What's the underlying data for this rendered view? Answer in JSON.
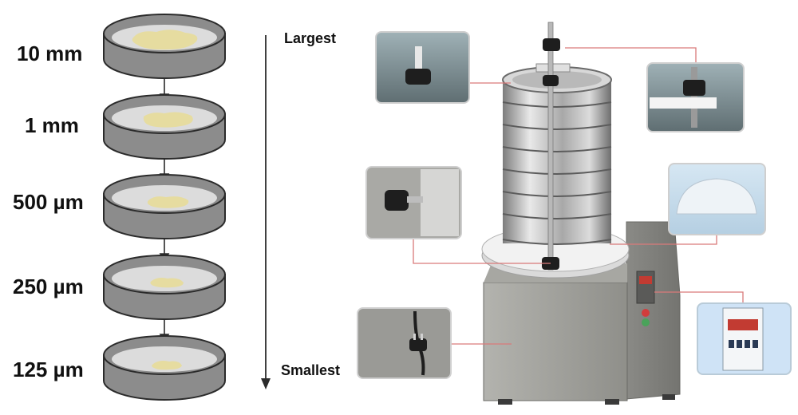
{
  "sieve_stack": {
    "sizes": [
      "10 mm",
      "1 mm",
      "500 µm",
      "250 µm",
      "125 µm"
    ]
  },
  "order_axis": {
    "top_label": "Largest",
    "bottom_label": "Smallest"
  },
  "shaker_panel": {
    "brand_text": "",
    "display_value": ""
  },
  "colors": {
    "sieve_body": "#8c8c8c",
    "sieve_outline": "#2b2b2b",
    "sieve_mesh": "#dcdcdc",
    "sample": "#e6dca0",
    "callout_line": "#d97a7a",
    "steel": "#c9c9c9",
    "base_gray": "#9a9a96"
  },
  "icons": [
    "down-arrow-icon",
    "sieve-icon",
    "power-plug-icon",
    "knob-icon"
  ]
}
